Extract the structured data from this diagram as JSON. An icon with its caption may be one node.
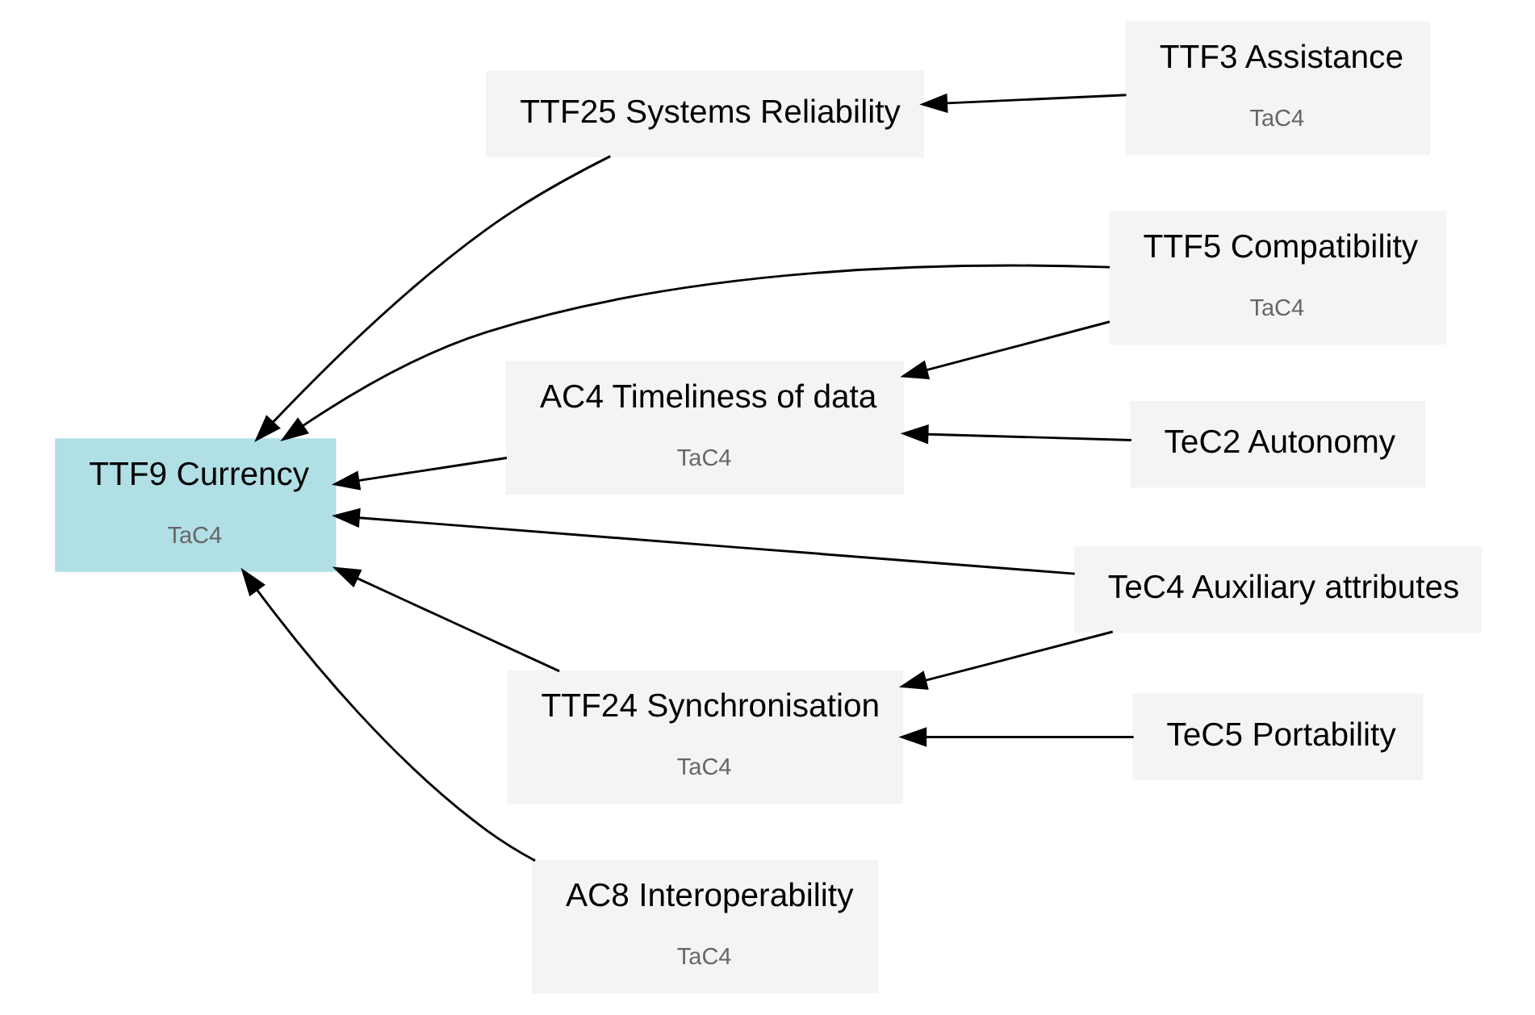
{
  "diagram": {
    "nodes": [
      {
        "text": [
          "TTF9 Currency",
          "TaC4"
        ]
      },
      {
        "text": [
          "TTF25 Systems Reliability"
        ]
      },
      {
        "text": [
          "TTF3 Assistance",
          "TaC4"
        ]
      },
      {
        "text": [
          "TTF5 Compatibility",
          "TaC4"
        ]
      },
      {
        "text": [
          "AC4 Timeliness of data",
          "TaC4"
        ]
      },
      {
        "text": [
          "TeC2 Autonomy"
        ]
      },
      {
        "text": [
          "TeC4 Auxiliary attributes"
        ]
      },
      {
        "text": [
          "TTF24 Synchronisation",
          "TaC4"
        ]
      },
      {
        "text": [
          "TeC5 Portability"
        ]
      },
      {
        "text": [
          "AC8 Interoperability",
          "TaC4"
        ]
      }
    ],
    "edges": [
      {
        "from": 2,
        "to": 1,
        "arrow": "to"
      },
      {
        "from": 1,
        "to": 0,
        "arrow": "to"
      },
      {
        "from": 3,
        "to": 0,
        "arrow": "to"
      },
      {
        "from": 3,
        "to": 4,
        "arrow": "to"
      },
      {
        "from": 5,
        "to": 4,
        "arrow": "to"
      },
      {
        "from": 4,
        "to": 0,
        "arrow": "to"
      },
      {
        "from": 6,
        "to": 0,
        "arrow": "to"
      },
      {
        "from": 6,
        "to": 7,
        "arrow": "to"
      },
      {
        "from": 8,
        "to": 7,
        "arrow": "to"
      },
      {
        "from": 7,
        "to": 0,
        "arrow": "to"
      },
      {
        "from": 9,
        "to": 0,
        "arrow": "to"
      }
    ]
  }
}
